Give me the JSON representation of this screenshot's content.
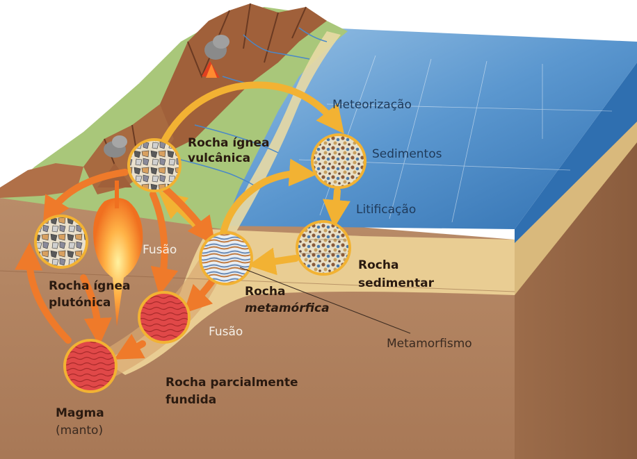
{
  "diagram": {
    "labels": {
      "meteorizacao": "Meteorização",
      "sedimentos": "Sedimentos",
      "litificacao": "Litificação",
      "rocha_ignea_vulcanica_1": "Rocha ígnea",
      "rocha_ignea_vulcanica_2": "vulcânica",
      "rocha_sedimentar_1": "Rocha",
      "rocha_sedimentar_2": "sedimentar",
      "rocha_metamorfica_1": "Rocha",
      "rocha_metamorfica_2": "metamórfica",
      "metamorfismo": "Metamorfismo",
      "fusao_1": "Fusão",
      "fusao_2": "Fusão",
      "rocha_ignea_plutonica_1": "Rocha ígnea",
      "rocha_ignea_plutonica_2": "plutónica",
      "rocha_parcialmente_fundida_1": "Rocha parcialmente",
      "rocha_parcialmente_fundida_2": "fundida",
      "magma_1": "Magma",
      "magma_2": "(manto)"
    },
    "colors": {
      "ocean": "#4f8fc9",
      "ocean_deep": "#2f6fb0",
      "land_green": "#a9c77a",
      "mountain": "#a0603a",
      "crust": "#b88a66",
      "sand": "#e9cd93",
      "cycle_arrow_yellow": "#f2b233",
      "cycle_arrow_orange": "#ef7a2a",
      "magma": "#e23b3b"
    }
  }
}
